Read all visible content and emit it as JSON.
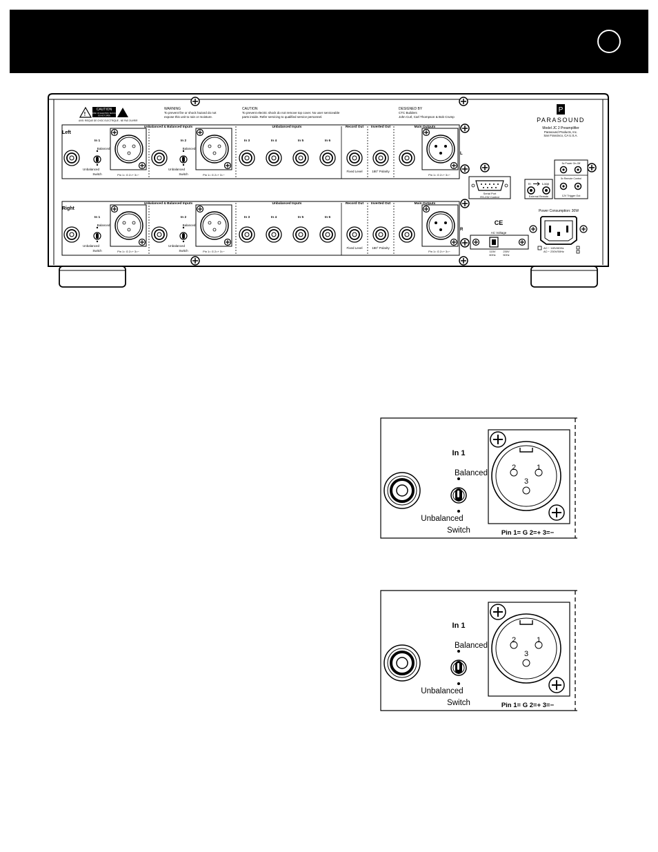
{
  "header": {
    "marker": ""
  },
  "rear_panel": {
    "caution_label": "CAUTION",
    "caution_small_1": "RISK OF ELECTRIC SHOCK",
    "caution_small_2": "DO NOT OPEN",
    "caution_footer": "AVIS: RISQUE DE CHOC ELECTRIQUE - NE PAS OUVRIR",
    "warning_title": "WARNING",
    "warning_line1": "To prevent fire or shock hazard do not",
    "warning_line2": "expose this unit to rain or moisture.",
    "caution2_title": "CAUTION",
    "caution2_line1": "To prevent electric shock do not remove top cover. No user serviceable",
    "caution2_line2": "parts inside. Refer servicing to qualified service personnel.",
    "designed_title": "DESIGNED BY",
    "designed_line1": "CTC Builders",
    "designed_line2": "John Curl, Carl Thompson & Bob Crump",
    "brand": "PARASOUND",
    "model": "Model JC 2 Preamplifier",
    "maker_1": "Parasound Products, Inc.",
    "maker_2": "San Francisco, CA U.S.A.",
    "channel_left": "Left",
    "channel_right": "Right",
    "sec_unbal_bal": "Unbalanced & Balanced Inputs",
    "sec_unbal": "Unbalanced Inputs",
    "sec_record": "Record Out",
    "sec_inverted": "Inverted Out",
    "sec_main": "Main Outputs",
    "in1": "In 1",
    "in2": "In 2",
    "in3": "In 3",
    "in4": "In 4",
    "in5": "In 5",
    "in6": "In 6",
    "balanced": "Balanced",
    "unbalanced": "Unbalanced",
    "switch": "Switch",
    "pin_legend": "Pin 1= G  2=+  3=−",
    "fixed_level": "Fixed Level",
    "polarity": "180° Polarity",
    "letter_l": "L",
    "letter_r": "R",
    "serial_1": "Serial Port",
    "serial_2": "RS-232 Control",
    "loop_in": "In",
    "loop_out": "Loop",
    "ext_remote": "External Remote",
    "trig_top": "5v Power On-Off",
    "trig_mid": "5v Remote Control",
    "trig_bot": "12V Trigger Out",
    "ce": "CE",
    "ac_voltage": "AC Voltage",
    "v115": "115V",
    "hz60": "60Hz",
    "v230": "230V",
    "hz50": "50Hz",
    "power": "Power Consumption: 30W",
    "ac1": "AC∼ 115V/60Hz",
    "ac2": "AC∼ 230V/50Hz"
  },
  "detail": {
    "in1": "In 1",
    "balanced": "Balanced",
    "unbalanced": "Unbalanced",
    "switch": "Switch",
    "pin2": "2",
    "pin1": "1",
    "pin3": "3",
    "legend": "Pin 1= G  2=+  3=−"
  }
}
